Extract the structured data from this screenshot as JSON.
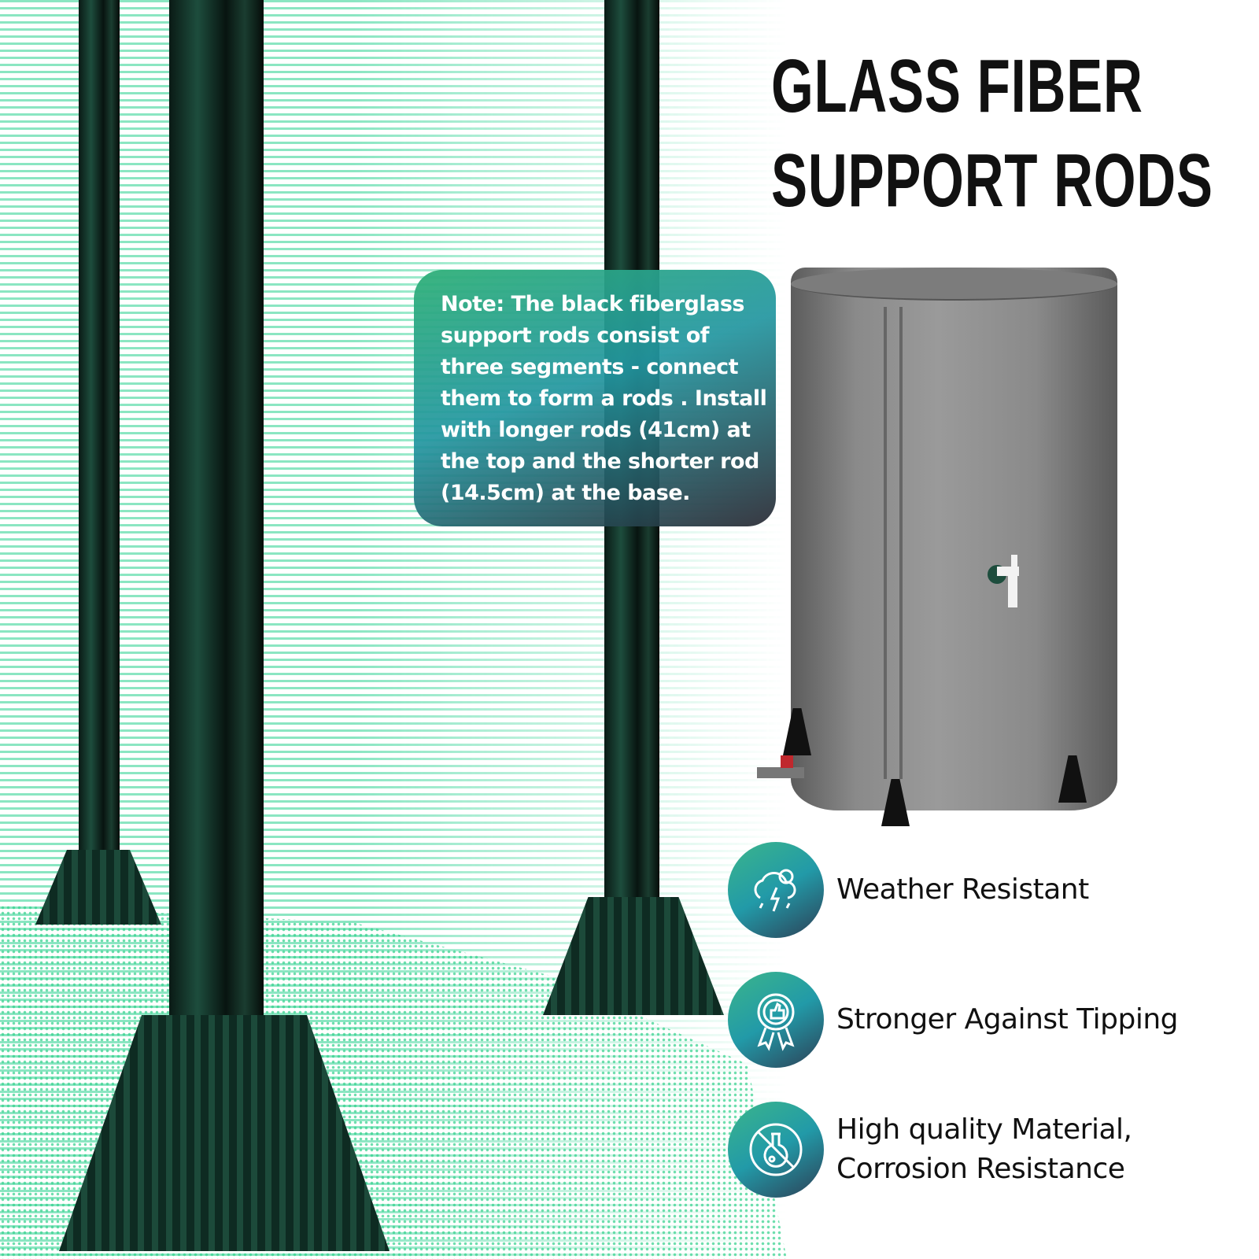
{
  "title": {
    "line1": "GLASS FIBER",
    "line2": "SUPPORT RODS"
  },
  "note": "Note: The black fiberglass support rods consist of three segments - connect them to form a rods . Install with longer rods (41cm) at the top and the shorter rod (14.5cm) at the base.",
  "features": [
    {
      "icon": "weather-storm-icon",
      "label": "Weather Resistant"
    },
    {
      "icon": "thumbs-up-badge-icon",
      "label": "Stronger Against Tipping"
    },
    {
      "icon": "no-corrosion-flask-icon",
      "label_line1": "High quality Material,",
      "label_line2": "Corrosion Resistance"
    }
  ],
  "colors": {
    "accent_green": "#3bb58a",
    "accent_teal": "#229aa8",
    "dark": "#2d3f55"
  }
}
